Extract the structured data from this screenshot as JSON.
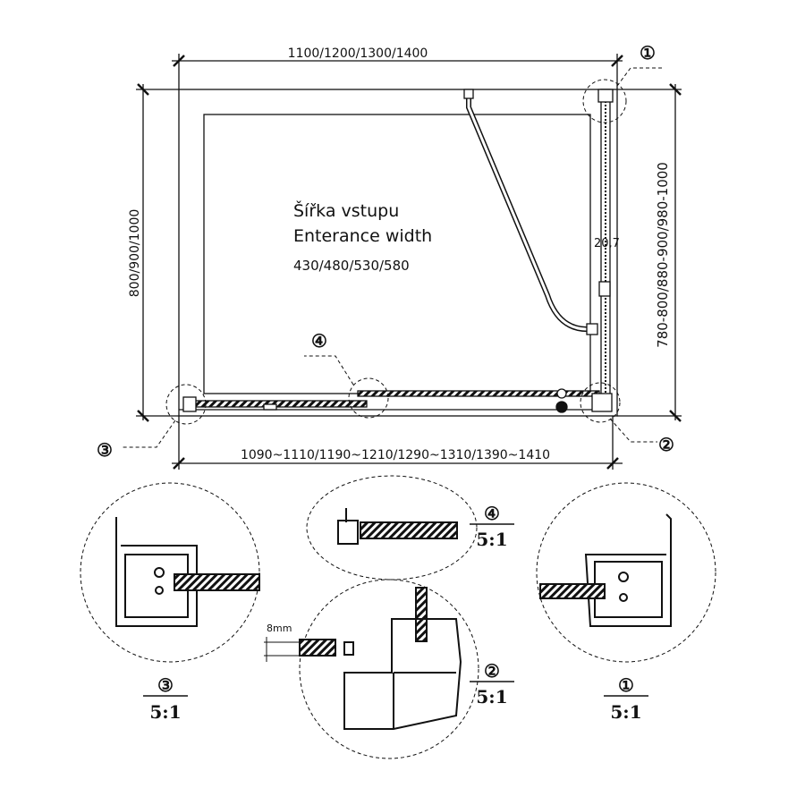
{
  "dimensions": {
    "top_width": "1100/1200/1300/1400",
    "left_depth": "800/900/1000",
    "right_depth": "780-800/880-900/980-1000",
    "bottom_adjust": "1090~1110/1190~1210/1290~1310/1390~1410",
    "side_thickness": "20,7",
    "gap": "8mm"
  },
  "entrance": {
    "label_cz": "Šířka vstupu",
    "label_en": "Enterance width",
    "values": "430/480/530/580"
  },
  "callouts": [
    "①",
    "②",
    "③",
    "④"
  ],
  "details": [
    {
      "marker": "③",
      "scale": "5:1"
    },
    {
      "marker": "④",
      "scale": "5:1"
    },
    {
      "marker": "②",
      "scale": "5:1"
    },
    {
      "marker": "①",
      "scale": "5:1"
    }
  ],
  "colors": {
    "line": "#111111",
    "background": "#ffffff"
  }
}
